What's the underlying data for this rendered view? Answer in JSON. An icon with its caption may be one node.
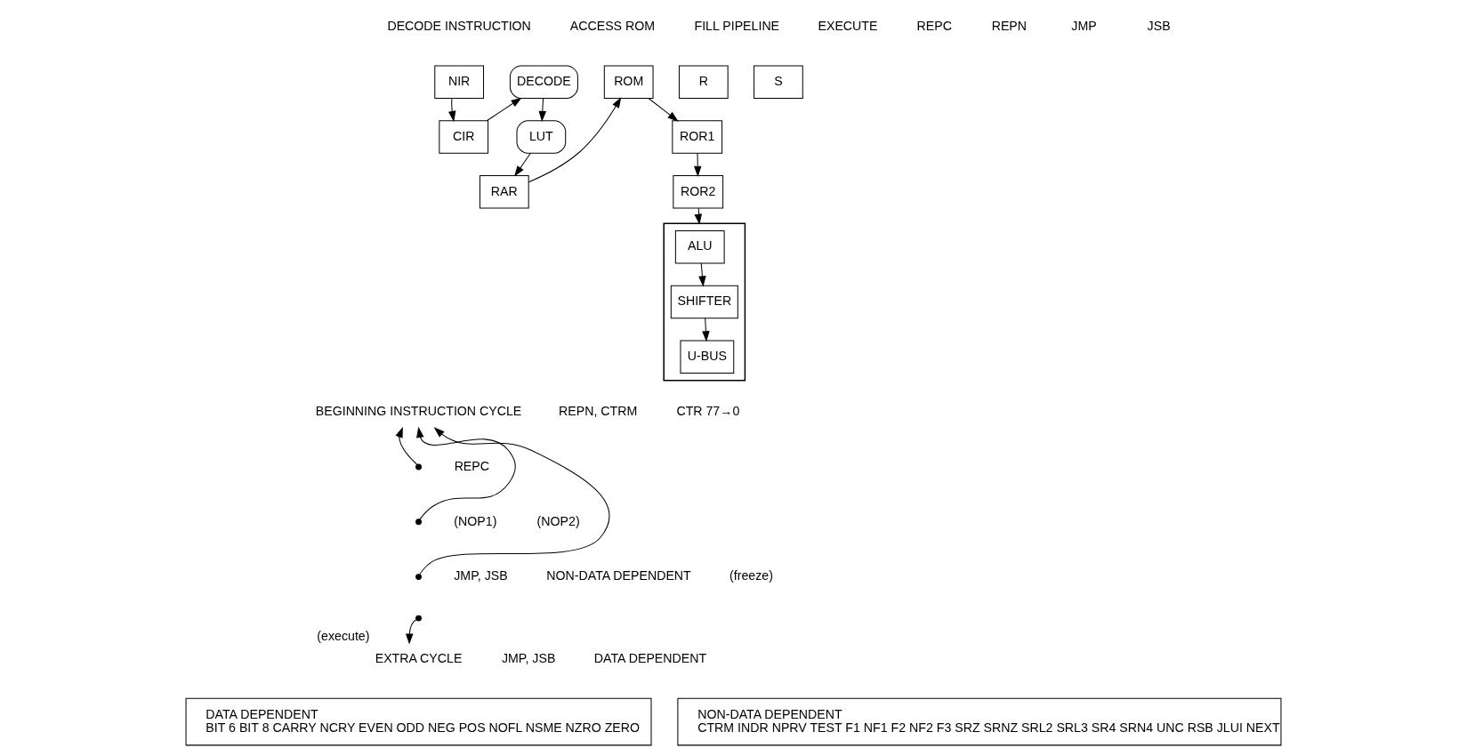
{
  "diagram": {
    "nodes": [
      {
        "text": [
          "NIR"
        ]
      },
      {
        "text": [
          "CIR"
        ]
      },
      {
        "text": [
          "DECODE"
        ]
      },
      {
        "text": [
          "LUT"
        ]
      },
      {
        "text": [
          "RAR"
        ]
      },
      {
        "text": [
          "BEGINNING INSTRUCTION CYCLE"
        ]
      },
      {
        "text": [
          "ROM"
        ]
      },
      {
        "text": [
          "ROR1"
        ]
      },
      {
        "text": [
          "R"
        ]
      },
      {
        "text": [
          "S"
        ]
      },
      {
        "text": [
          "ROR2"
        ]
      },
      {
        "text": [],
        "shape": "bracket"
      },
      {
        "text": [
          "ALU"
        ],
        "in": 11
      },
      {
        "text": [
          "SHIFTER"
        ],
        "in": 11
      },
      {
        "text": [
          "U-BUS"
        ],
        "in": 11
      },
      {
        "text": [
          "EXTRA CYCLE"
        ],
        "beside": [
          "(execute)"
        ]
      },
      {
        "text": [
          "DATA DEPENDENT",
          "BIT 6 BIT 8 CARRY NCRY EVEN ODD NEG POS NOFL NSME NZRO ZERO"
        ]
      },
      {
        "text": [
          "NON-DATA DEPENDENT",
          "CTRM INDR NPRV TEST F1 NF1 F2 NF2 F3 SRZ SRNZ SRL2 SRL3 SR4 SRN4 UNC RSB JLUI NEXT"
        ]
      }
    ],
    "edges": [
      {
        "from": 0,
        "to": 1,
        "arrow": "to"
      },
      {
        "from": 1,
        "to": 2,
        "arrow": "to"
      },
      {
        "from": 2,
        "to": 3,
        "arrow": "to"
      },
      {
        "from": 3,
        "to": 4,
        "arrow": "to"
      },
      {
        "from": 4,
        "to": 6,
        "arrow": "to"
      },
      {
        "from": 6,
        "to": 7,
        "arrow": "to"
      },
      {
        "from": 7,
        "to": 10,
        "arrow": "to"
      },
      {
        "from": 10,
        "to": 11,
        "arrow": "to"
      },
      {
        "from": 12,
        "to": 13,
        "arrow": "to"
      },
      {
        "from": 13,
        "to": 14,
        "arrow": "to"
      },
      {
        "from": null,
        "to": 5,
        "arrow": "to"
      },
      {
        "from": null,
        "to": 5,
        "arrow": "to"
      },
      {
        "from": null,
        "to": 5,
        "arrow": "to"
      },
      {
        "from": null,
        "to": 15,
        "arrow": "to"
      }
    ],
    "labels": [
      "DECODE INSTRUCTION",
      "ACCESS ROM",
      "FILL PIPELINE",
      "EXECUTE",
      "REPC",
      "REPN",
      "JMP",
      "JSB",
      "REPN, CTRM",
      "CTR 77→0",
      "REPC",
      "(NOP1)",
      "(NOP2)",
      "JMP, JSB",
      "NON-DATA DEPENDENT",
      "(freeze)",
      "JMP, JSB",
      "DATA DEPENDENT"
    ]
  }
}
